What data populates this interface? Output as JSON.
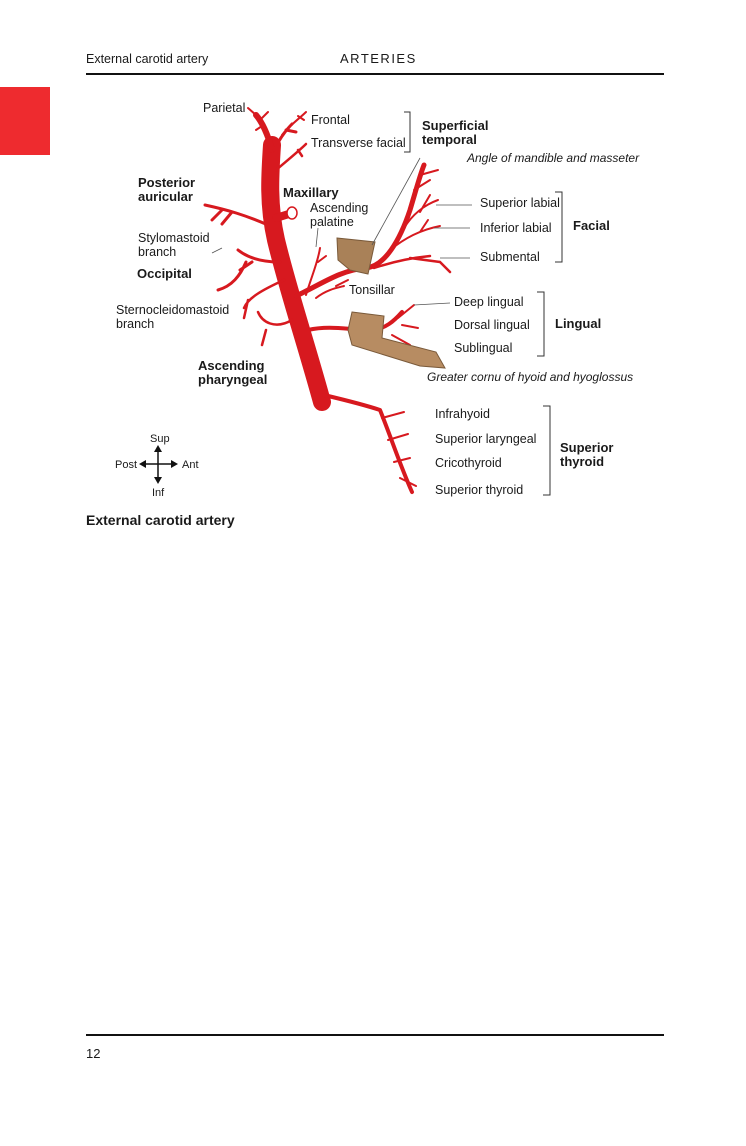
{
  "header": {
    "running_title": "External carotid artery",
    "section": "ARTERIES"
  },
  "diagram": {
    "labels": {
      "parietal": "Parietal",
      "frontal": "Frontal",
      "transverse_facial": "Transverse facial",
      "superficial_temporal_1": "Superficial",
      "superficial_temporal_2": "temporal",
      "angle_mandible": "Angle of mandible and masseter",
      "posterior_auricular_1": "Posterior",
      "posterior_auricular_2": "auricular",
      "maxillary": "Maxillary",
      "ascending_palatine_1": "Ascending",
      "ascending_palatine_2": "palatine",
      "stylomastoid_1": "Stylomastoid",
      "stylomastoid_2": "branch",
      "superior_labial": "Superior labial",
      "inferior_labial": "Inferior labial",
      "submental": "Submental",
      "facial": "Facial",
      "occipital": "Occipital",
      "tonsillar": "Tonsillar",
      "scm_1": "Sternocleidomastoid",
      "scm_2": "branch",
      "deep_lingual": "Deep lingual",
      "dorsal_lingual": "Dorsal lingual",
      "sublingual": "Sublingual",
      "lingual": "Lingual",
      "ascending_pharyngeal_1": "Ascending",
      "ascending_pharyngeal_2": "pharyngeal",
      "greater_cornu": "Greater cornu of hyoid and hyoglossus",
      "infrahyoid": "Infrahyoid",
      "superior_laryngeal": "Superior laryngeal",
      "cricothyroid": "Cricothyroid",
      "superior_thyroid_branch": "Superior thyroid",
      "superior_thyroid_1": "Superior",
      "superior_thyroid_2": "thyroid"
    },
    "compass": {
      "sup": "Sup",
      "inf": "Inf",
      "post": "Post",
      "ant": "Ant"
    },
    "colors": {
      "artery": "#d7191f",
      "bone": "#a98158",
      "muscle": "#b78c62"
    }
  },
  "caption": "External carotid artery",
  "footer": {
    "page_number": "12"
  }
}
